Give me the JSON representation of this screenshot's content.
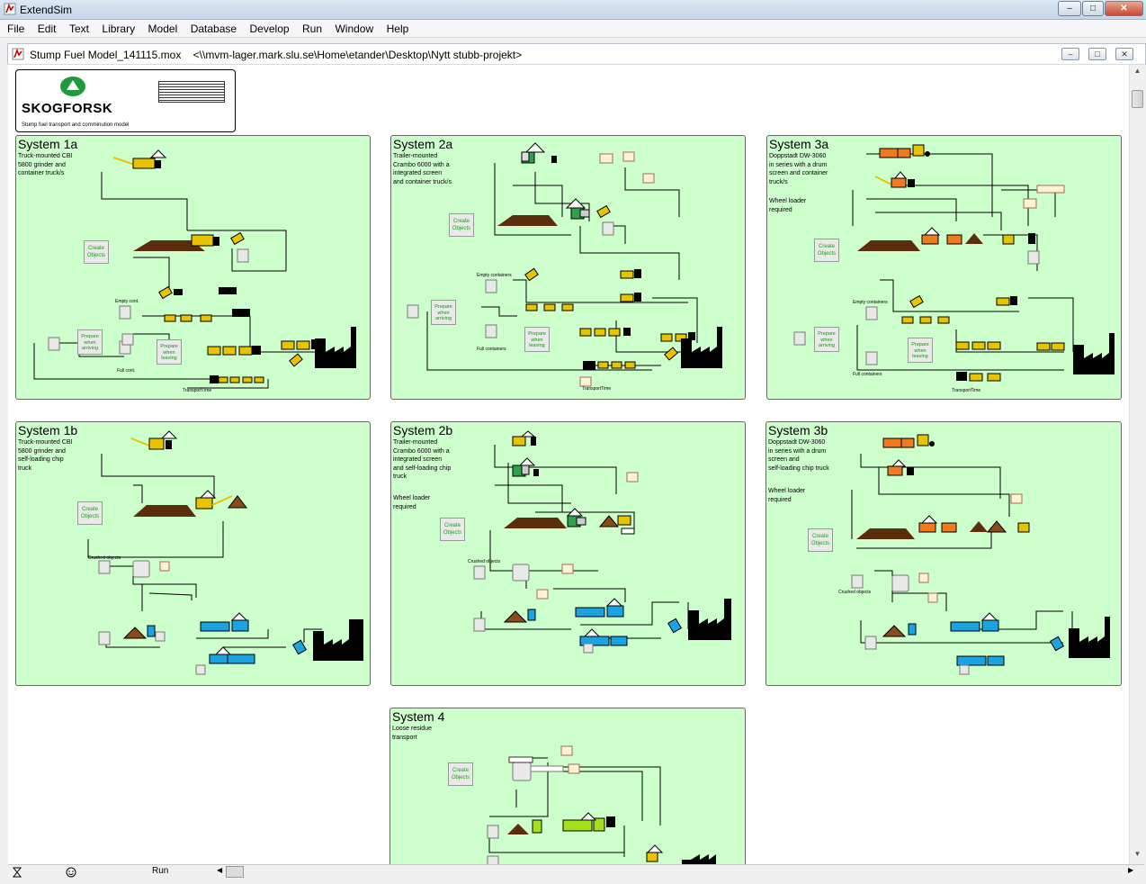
{
  "window": {
    "title": "ExtendSim",
    "buttons": {
      "minimize": "–",
      "maximize": "□",
      "close": "✕"
    }
  },
  "menu": [
    "File",
    "Edit",
    "Text",
    "Library",
    "Model",
    "Database",
    "Develop",
    "Run",
    "Window",
    "Help"
  ],
  "document": {
    "title": "Stump Fuel Model_141115.mox    <\\\\mvm-lager.mark.slu.se\\Home\\etander\\Desktop\\Nytt stubb-projekt>",
    "buttons": {
      "minimize": "–",
      "maximize": "□",
      "close": "✕"
    }
  },
  "header": {
    "logo": "SKOGFORSK",
    "subtitle": "Stump fuel transport and comminution model"
  },
  "panels": {
    "s1a": {
      "title": "System 1a",
      "desc": "Truck-mounted CBI\n5800 grinder and\ncontainer truck/s"
    },
    "s2a": {
      "title": "System 2a",
      "desc": "Trailer-mounted\nCrambo 6000 with a\nintegrated screen\nand container truck/s"
    },
    "s3a": {
      "title": "System 3a",
      "desc": "Doppstadt DW-3060\nin series with a drum\nscreen and container\ntruck/s",
      "note": "Wheel loader\nrequired"
    },
    "s1b": {
      "title": "System 1b",
      "desc": "Truck-mounted CBI\n5800 grinder and\nself-loading chip\ntruck"
    },
    "s2b": {
      "title": "System 2b",
      "desc": "Trailer-mounted\nCrambo 6000 with a\nintegrated screen\nand self-loading chip\ntruck",
      "note": "Wheel loader\nrequired"
    },
    "s3b": {
      "title": "System 3b",
      "desc": "Doppstadt DW-3060\nin series with a drum\nscreen and\nself-loading chip truck",
      "note": "Wheel loader\nrequired"
    },
    "s4": {
      "title": "System 4",
      "desc": "Loose residue\ntransport"
    }
  },
  "labels": {
    "create_objects": "Create Objects",
    "prepare_arriving": "Prepare when arriving",
    "prepare_leaving": "Prepare when leaving",
    "empty_cont": "Empty cont.",
    "full_cont": "Full cont.",
    "empty_containers": "Empty containers",
    "full_containers": "Full containers",
    "crushed_objects": "Crushed objects",
    "transport_time": "TransportTime"
  },
  "status": {
    "run": "Run"
  },
  "colors": {
    "panel_bg": "#ccffcc",
    "truck_yellow": "#e8c400",
    "truck_blue": "#1aa3e0",
    "truck_orange": "#f07a1e",
    "pile_brown": "#5a2d0c",
    "factory": "#000000"
  }
}
